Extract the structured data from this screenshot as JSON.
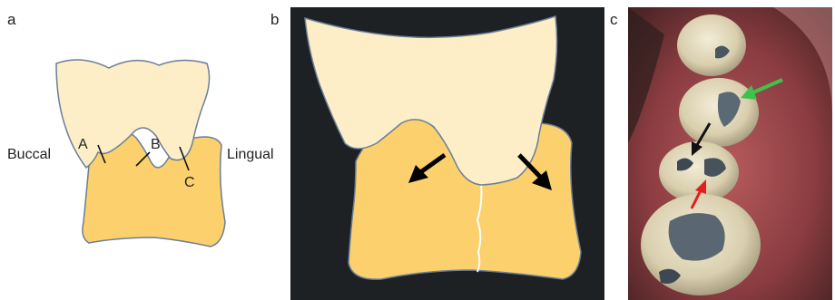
{
  "panels": [
    {
      "letter": "a",
      "labels": {
        "left": "Buccal",
        "right": "Lingual",
        "points": [
          "A",
          "B",
          "C"
        ]
      }
    },
    {
      "letter": "b"
    },
    {
      "letter": "c"
    }
  ],
  "colors": {
    "upper_tooth": "#fdeec7",
    "lower_tooth": "#fbd06d",
    "outline": "#6a7f99",
    "dark_background": "#1e2124",
    "crack_line": "#ffffff",
    "arrow": "#000000",
    "green_arrow": "#3fc24a",
    "black_arrow": "#111111",
    "red_arrow": "#e02020"
  }
}
